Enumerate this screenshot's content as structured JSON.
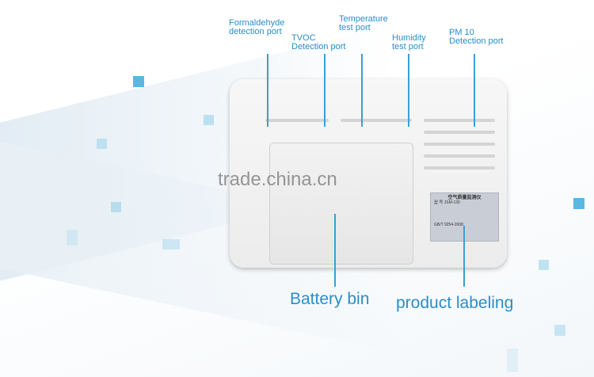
{
  "callouts": {
    "formaldehyde": "Formaldehyde\ndetection port",
    "tvoc": "TVOC\nDetection port",
    "temperature": "Temperature\ntest port",
    "humidity": "Humidity\ntest port",
    "pm10": "PM 10\nDetection port",
    "battery": "Battery bin",
    "labeling": "product labeling"
  },
  "product_label": {
    "title": "空气质量监测仪",
    "model": "型 号 JSM-130",
    "standard": "GB/T 9254-2008"
  },
  "watermark": "trade.china.cn",
  "colors": {
    "accent": "#2a8ec8",
    "squares": "#5ab8e0",
    "device": "#f2f2f2"
  }
}
